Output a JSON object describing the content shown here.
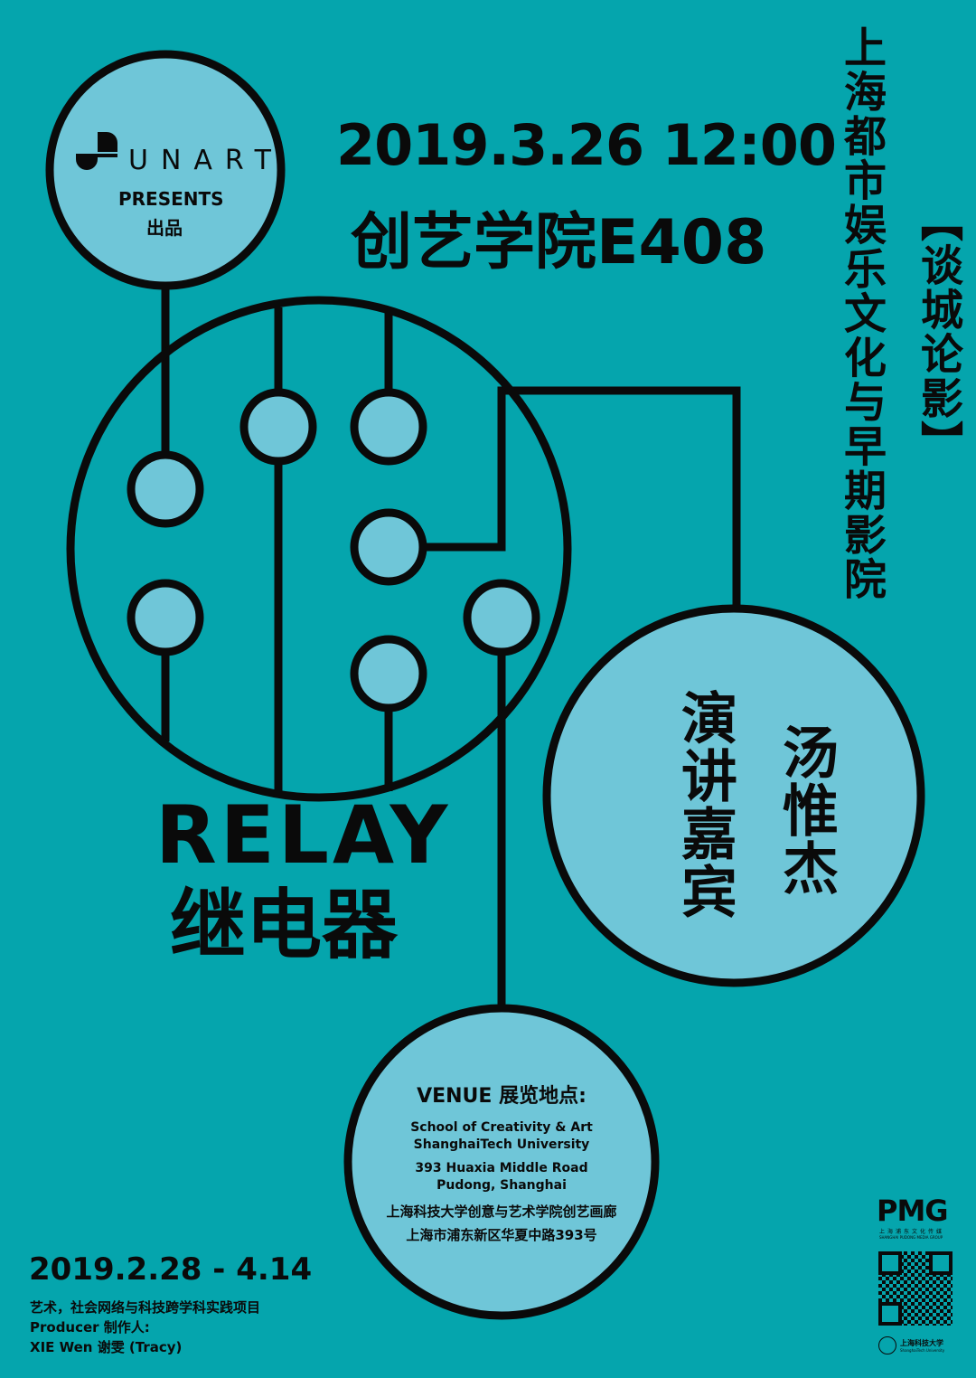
{
  "colors": {
    "background": "#05a5ad",
    "circle_fill": "#6fc6d8",
    "ink": "#0a0a0a"
  },
  "logo": {
    "brand": "UNART",
    "presents": "PRESENTS",
    "presents_cn": "出品"
  },
  "event": {
    "datetime": "2019.3.26 12:00",
    "location": "创艺学院E408"
  },
  "series": {
    "title": "上海都市娱乐文化与早期影院",
    "tag": "【谈城论影】"
  },
  "project": {
    "title_en": "RELAY",
    "title_cn": "继电器"
  },
  "speaker": {
    "label": "演讲嘉宾",
    "name": "汤惟杰"
  },
  "venue": {
    "heading": "VENUE 展览地点:",
    "line1": "School of Creativity & Art",
    "line2": "ShanghaiTech University",
    "line3": "393 Huaxia Middle Road",
    "line4": "Pudong, Shanghai",
    "line5": "上海科技大学创意与艺术学院创艺画廊",
    "line6": "上海市浦东新区华夏中路393号"
  },
  "footer": {
    "dates": "2019.2.28 - 4.14",
    "desc": "艺术，社会网络与科技跨学科实践项目",
    "producer_label": "Producer 制作人:",
    "producer": "XIE Wen 谢雯 (Tracy)"
  },
  "sponsors": {
    "pmg": "PMG",
    "pmg_cn": "上海浦东文化传媒",
    "pmg_en": "SHANGHAI PUDONG MEDIA GROUP",
    "university_cn": "上海科技大学",
    "university_en": "ShanghaiTech University"
  }
}
